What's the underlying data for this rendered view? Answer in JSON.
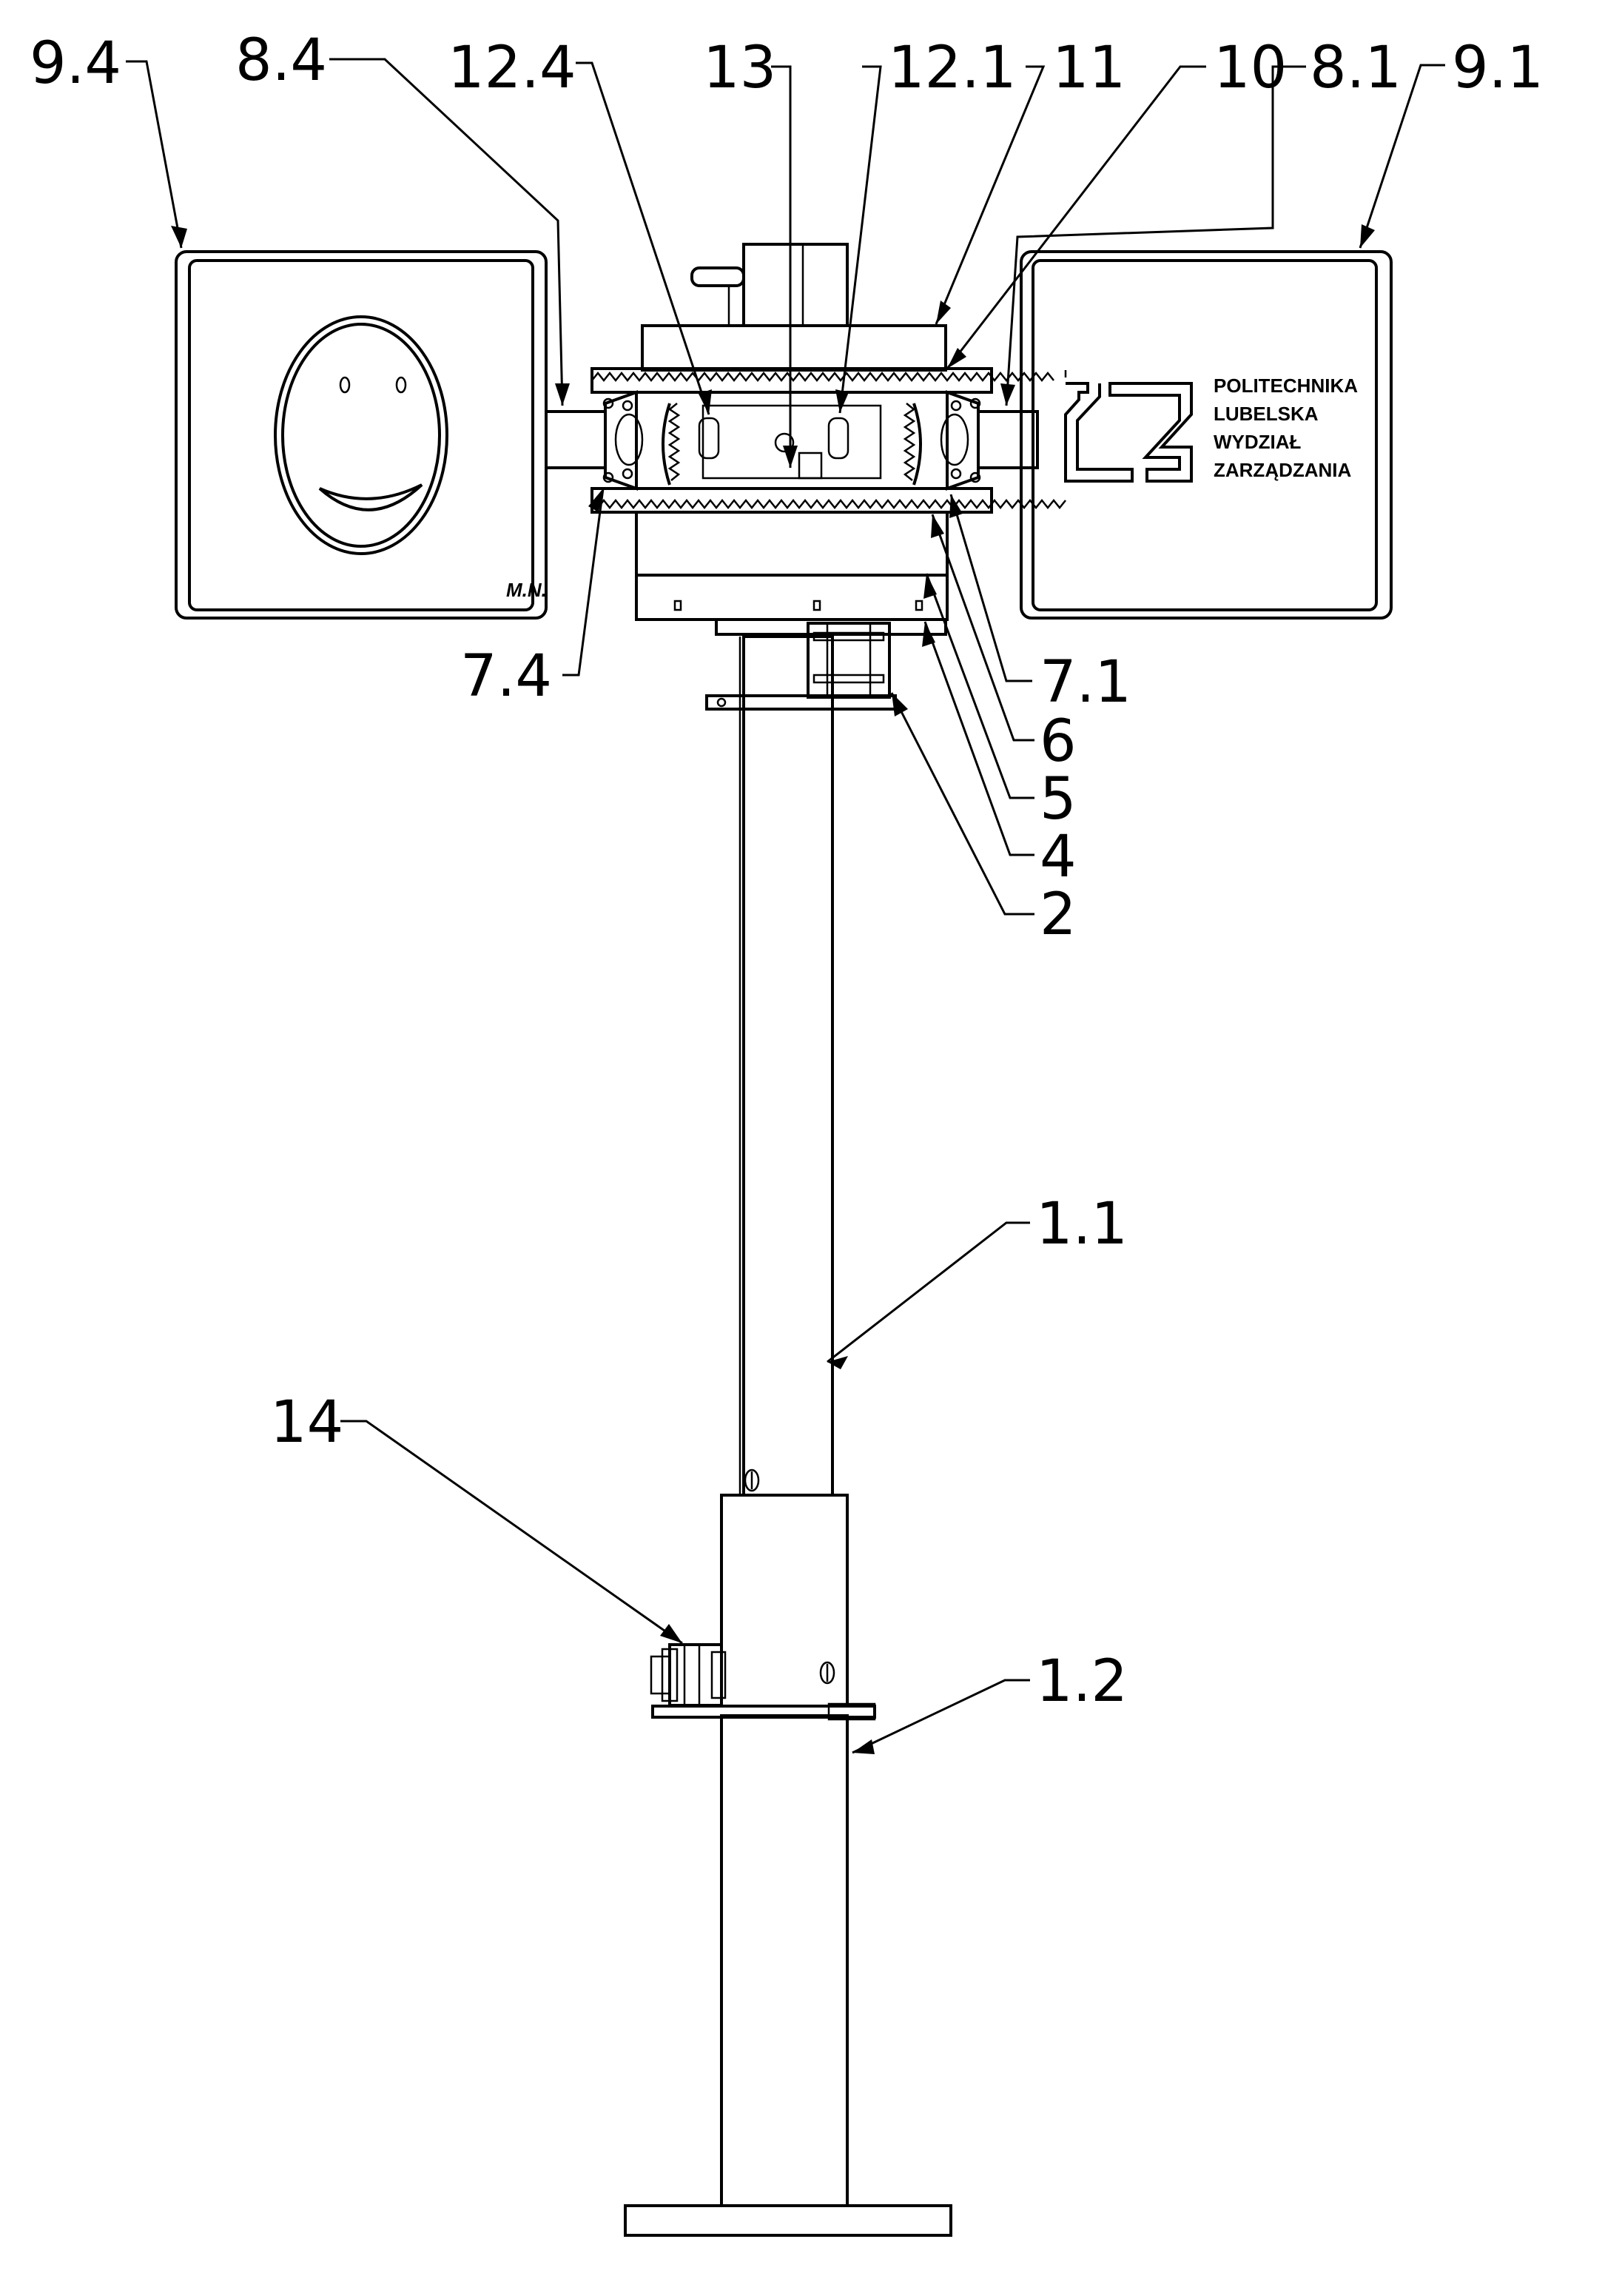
{
  "labels": {
    "l_9_4": "9.4",
    "l_8_4": "8.4",
    "l_12_4": "12.4",
    "l_13": "13",
    "l_12_1": "12.1",
    "l_11": "11",
    "l_10": "10",
    "l_8_1": "8.1",
    "l_9_1": "9.1",
    "l_7_4": "7.4",
    "l_7_1": "7.1",
    "l_6": "6",
    "l_5": "5",
    "l_4": "4",
    "l_2": "2",
    "l_1_1": "1.1",
    "l_14": "14",
    "l_1_2": "1.2"
  },
  "panel_right": {
    "line1": "POLITECHNIKA",
    "line2": "LUBELSKA",
    "line3": "WYDZIAŁ",
    "line4": "ZARZĄDZANIA"
  },
  "panel_left": {
    "signature": "M.N."
  },
  "icons": {
    "smiley": "smiley-face-icon",
    "logo": "university-logo-icon",
    "teeth": "gear-teeth-icon"
  },
  "colors": {
    "line": "#000000",
    "background": "#ffffff"
  }
}
